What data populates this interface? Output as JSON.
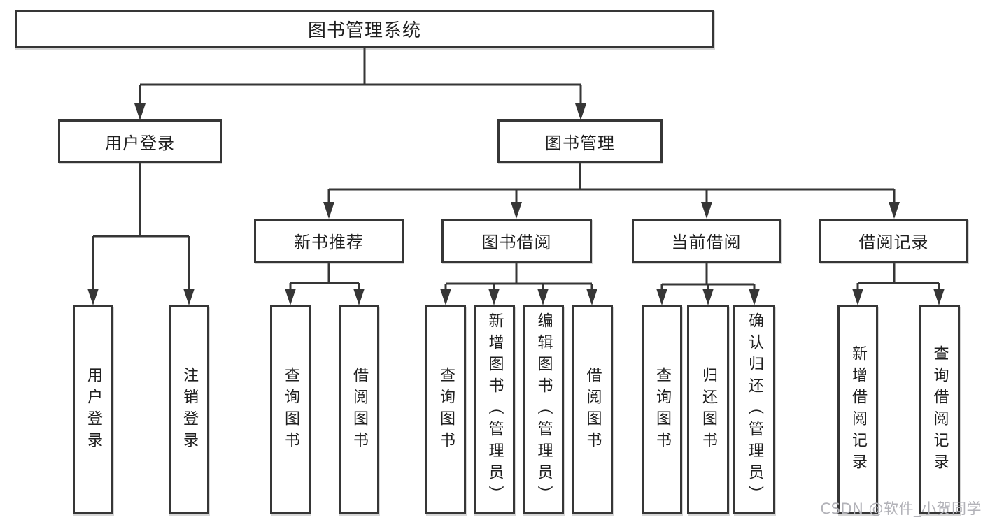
{
  "tree": {
    "root": "图书管理系统",
    "children": [
      {
        "label": "用户登录",
        "children": [
          "用户登录",
          "注销登录"
        ]
      },
      {
        "label": "图书管理",
        "children": [
          {
            "label": "新书推荐",
            "children": [
              "查询图书",
              "借阅图书"
            ]
          },
          {
            "label": "图书借阅",
            "children": [
              "查询图书",
              "新增图书（管理员）",
              "编辑图书（管理员）",
              "借阅图书"
            ]
          },
          {
            "label": "当前借阅",
            "children": [
              "查询图书",
              "归还图书",
              "确认归还（管理员）"
            ]
          },
          {
            "label": "借阅记录",
            "children": [
              "新增借阅记录",
              "查询借阅记录"
            ]
          }
        ]
      }
    ]
  },
  "watermark": {
    "text": "CSDN @软件_小贺同学"
  },
  "colors": {
    "line": "#363636",
    "box_border": "#363636",
    "text": "#1f1f1f",
    "watermark": "#b2b2b8",
    "background": "#ffffff"
  }
}
